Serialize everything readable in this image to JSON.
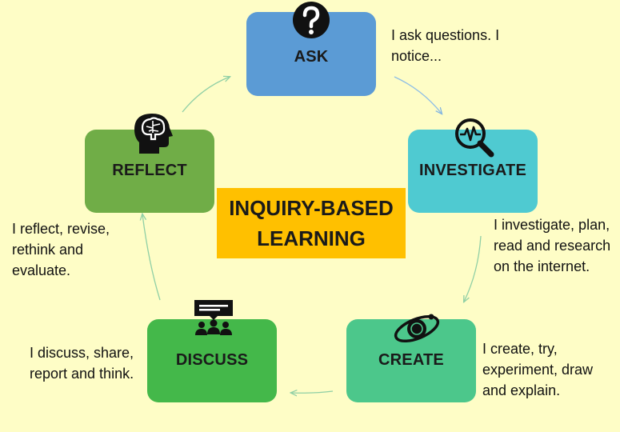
{
  "center": {
    "line1": "INQUIRY-BASED",
    "line2": "LEARNING"
  },
  "stages": {
    "ask": {
      "label": "ASK",
      "description": "I ask questions. I\nnotice...",
      "color": "#5b9bd5"
    },
    "investigate": {
      "label": "INVESTIGATE",
      "description": "I investigate, plan,\nread and research\non the internet.",
      "color": "#4fcad1"
    },
    "create": {
      "label": "CREATE",
      "description": "I create, try,\nexperiment, draw\nand explain.",
      "color": "#4cc78b"
    },
    "discuss": {
      "label": "DISCUSS",
      "description": "I discuss, share,\nreport and think.",
      "color": "#44b84a"
    },
    "reflect": {
      "label": "REFLECT",
      "description": "I reflect, revise,\nrethink and\nevaluate.",
      "color": "#70ad47"
    }
  },
  "icons": {
    "ask": "question-mark-icon",
    "investigate": "magnifier-heartbeat-icon",
    "create": "planet-orbit-icon",
    "discuss": "presentation-group-icon",
    "reflect": "head-brain-icon"
  },
  "colors": {
    "background": "#fefdc6",
    "center": "#ffc000",
    "arrow": "#9fd3b0"
  }
}
